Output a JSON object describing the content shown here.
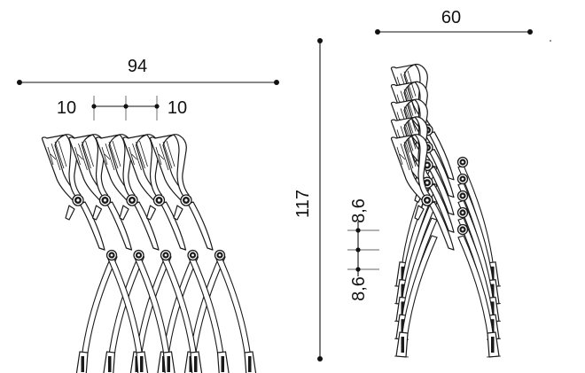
{
  "dimensions": {
    "left_width": "94",
    "left_offset_1": "10",
    "left_offset_2": "10",
    "height": "117",
    "right_width": "60",
    "right_offset_1": "8,6",
    "right_offset_2": "8,6"
  },
  "chair_counts": {
    "side_by_side": 5,
    "stacked": 5
  }
}
